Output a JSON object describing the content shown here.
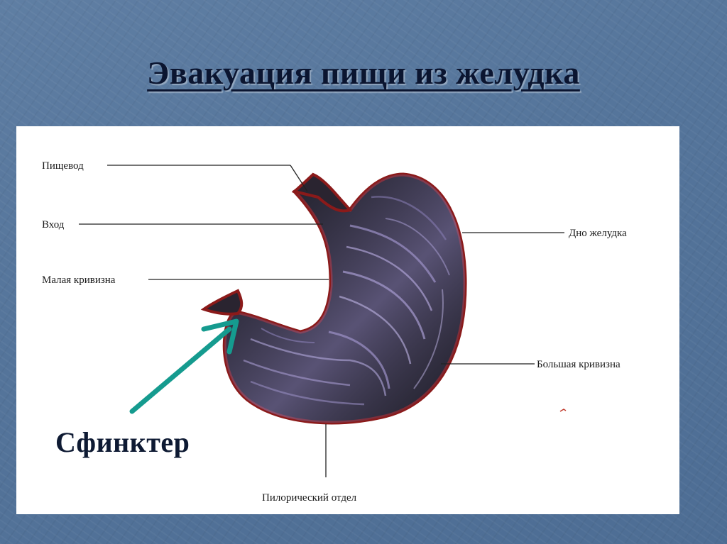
{
  "slide": {
    "title": "Эвакуация пищи из желудка"
  },
  "diagram": {
    "labels": {
      "esophagus": "Пищевод",
      "entrance": "Вход",
      "lesser_curvature": "Малая кривизна",
      "fundus": "Дно желудка",
      "greater_curvature": "Большая кривизна",
      "pyloric": "Пилорический отдел"
    },
    "callout": "Сфинктер",
    "colors": {
      "arrow": "#159b8f",
      "wall": "#8b1a1a",
      "mucosa": "#1b1b22"
    }
  }
}
